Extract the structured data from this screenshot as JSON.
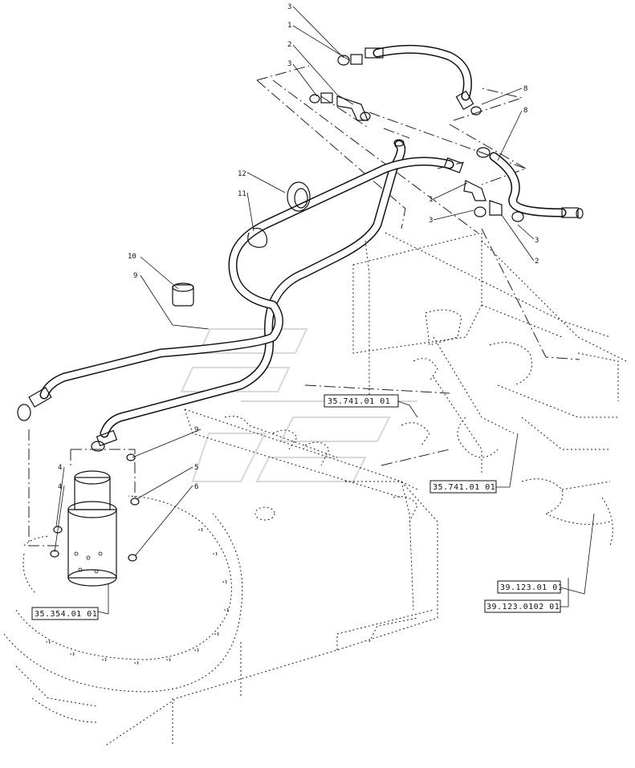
{
  "diagram": {
    "callouts": [
      "3",
      "1",
      "2",
      "3",
      "8",
      "8",
      "12",
      "11",
      "10",
      "9",
      "1",
      "3",
      "3",
      "2",
      "9",
      "4",
      "4",
      "5",
      "6"
    ],
    "references": [
      "35.741.01 01",
      "35.741.01 01",
      "35.354.01 01",
      "39.123.01 01",
      "39.123.0102 01"
    ]
  }
}
